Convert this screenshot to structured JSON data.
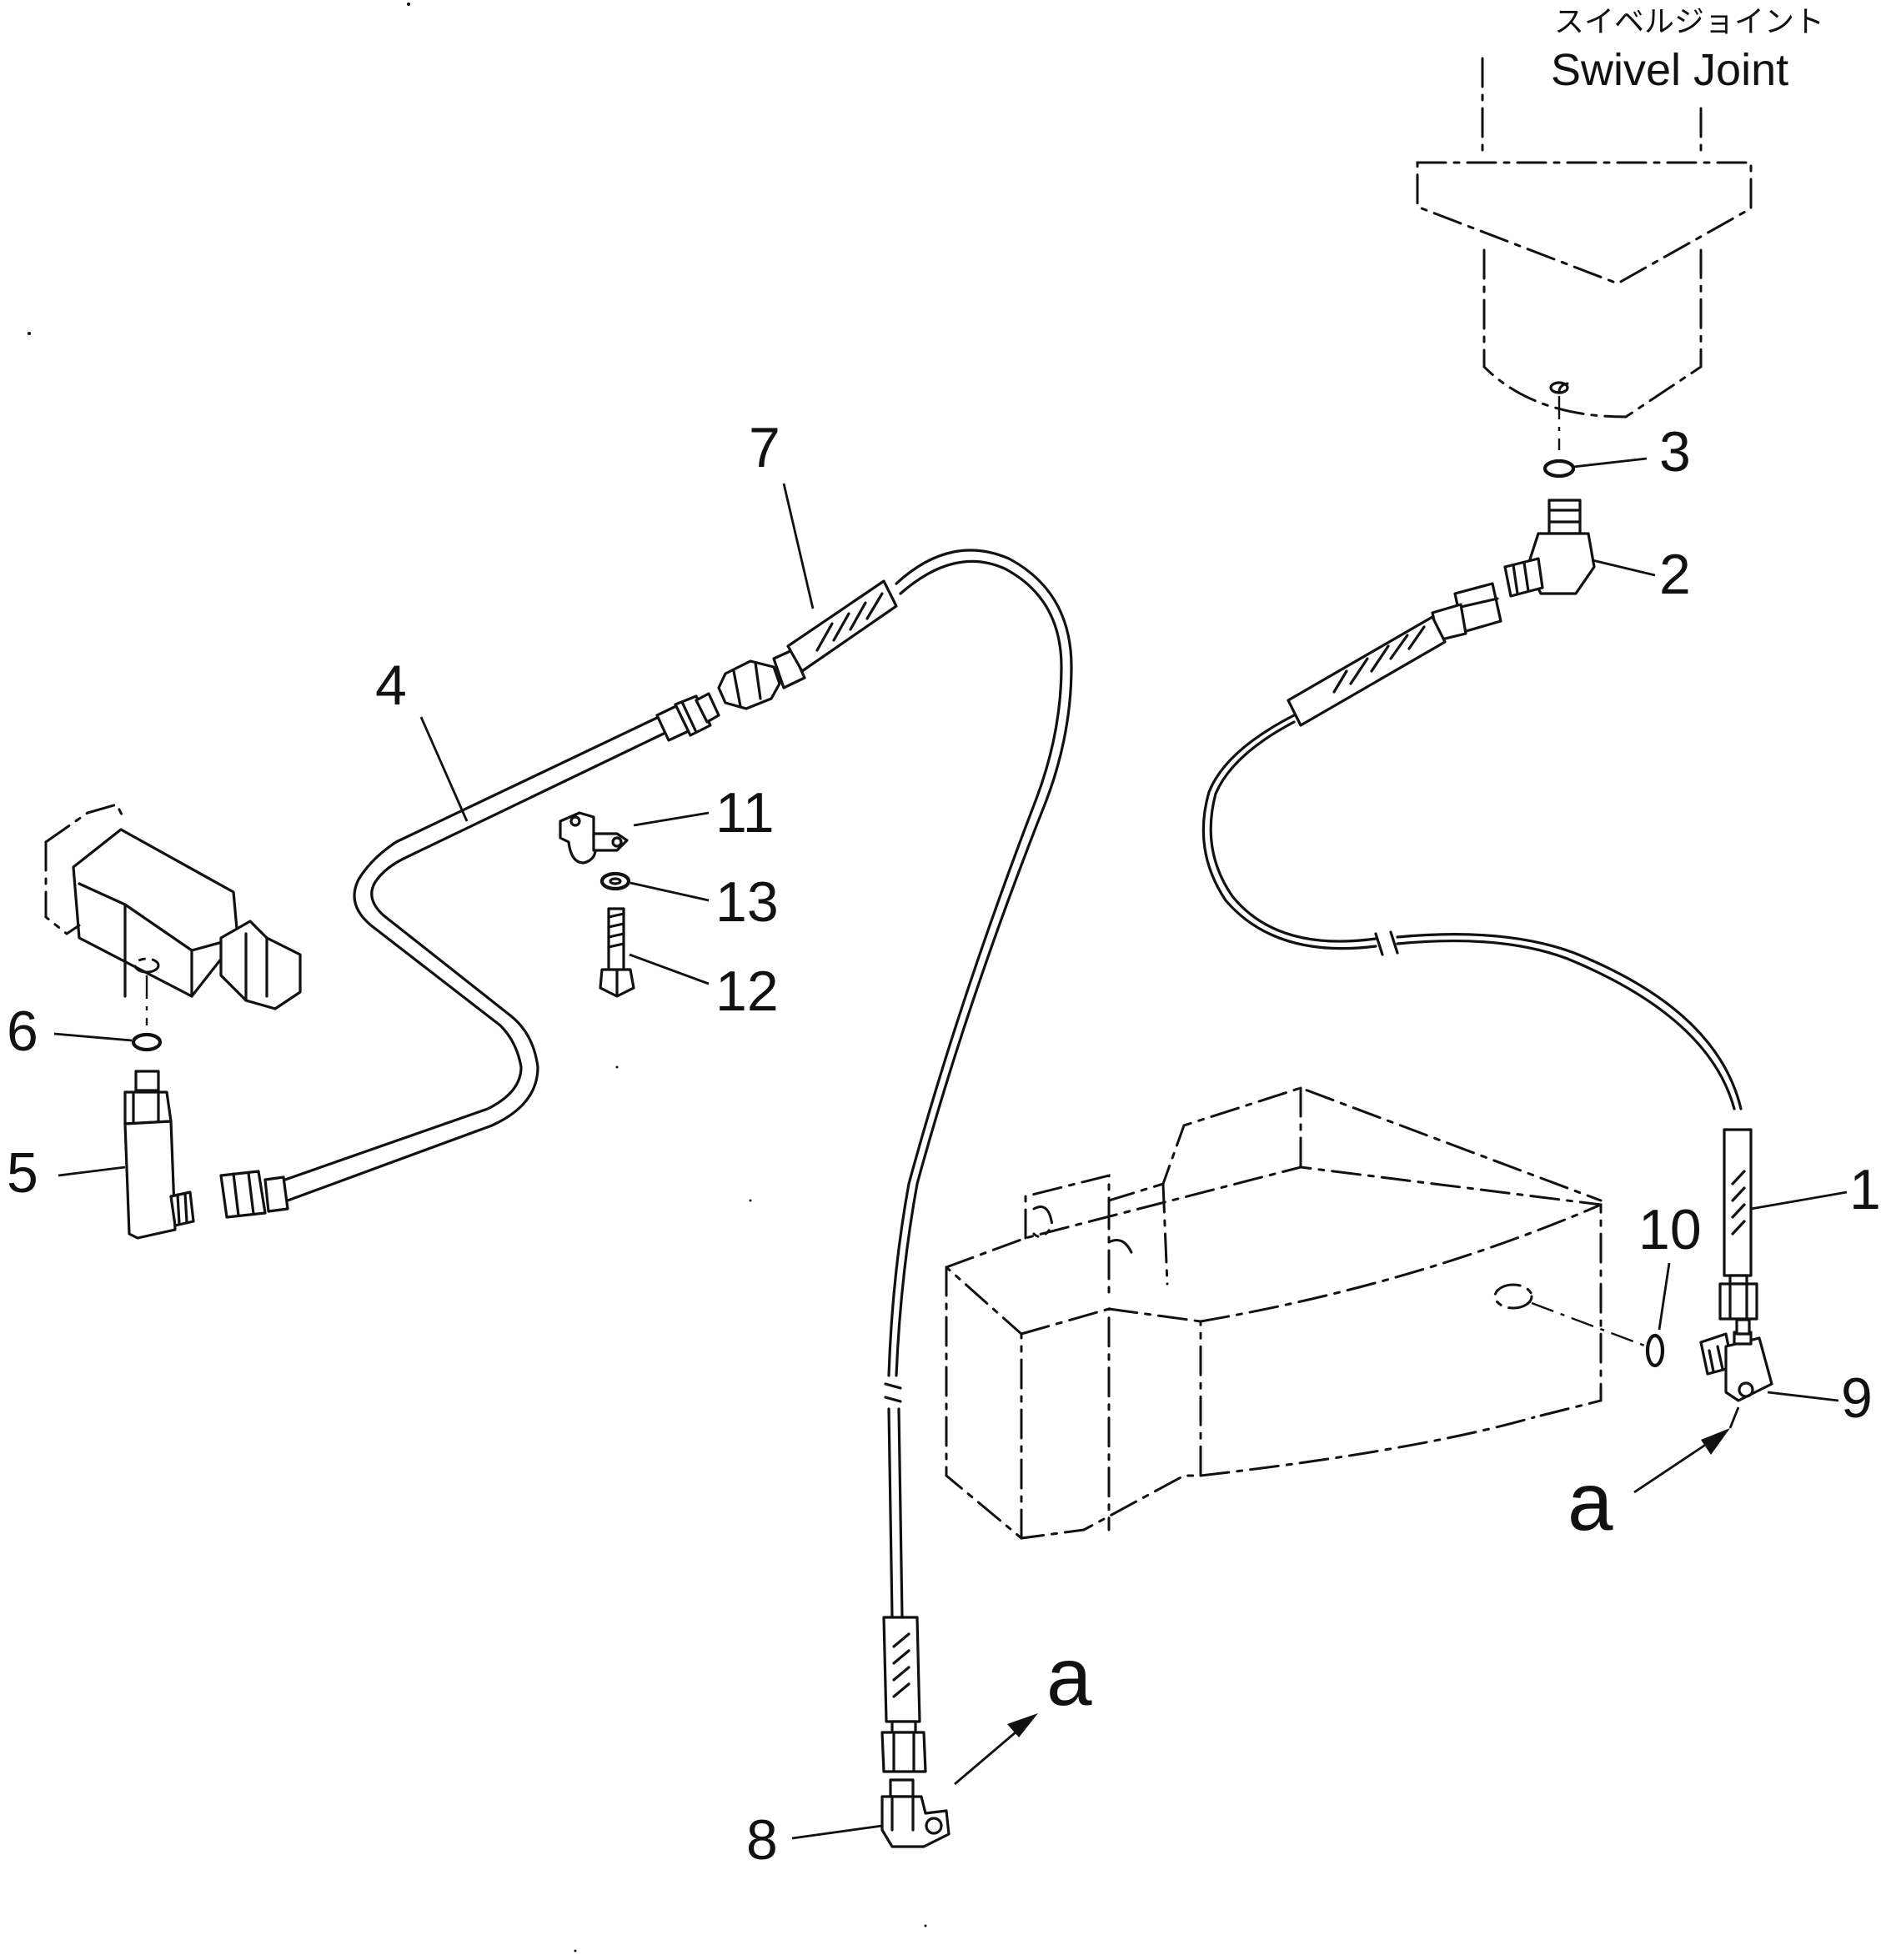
{
  "title": {
    "japanese": "スイベルジョイント",
    "english": "Swivel Joint"
  },
  "part_numbers": {
    "p1": "1",
    "p2": "2",
    "p3": "3",
    "p4": "4",
    "p5": "5",
    "p6": "6",
    "p7": "7",
    "p8": "8",
    "p9": "9",
    "p10": "10",
    "p11": "11",
    "p12": "12",
    "p13": "13"
  },
  "view_refs": {
    "lower_center": "a",
    "right": "a"
  },
  "colors": {
    "line": "#111111",
    "background": "#ffffff"
  }
}
